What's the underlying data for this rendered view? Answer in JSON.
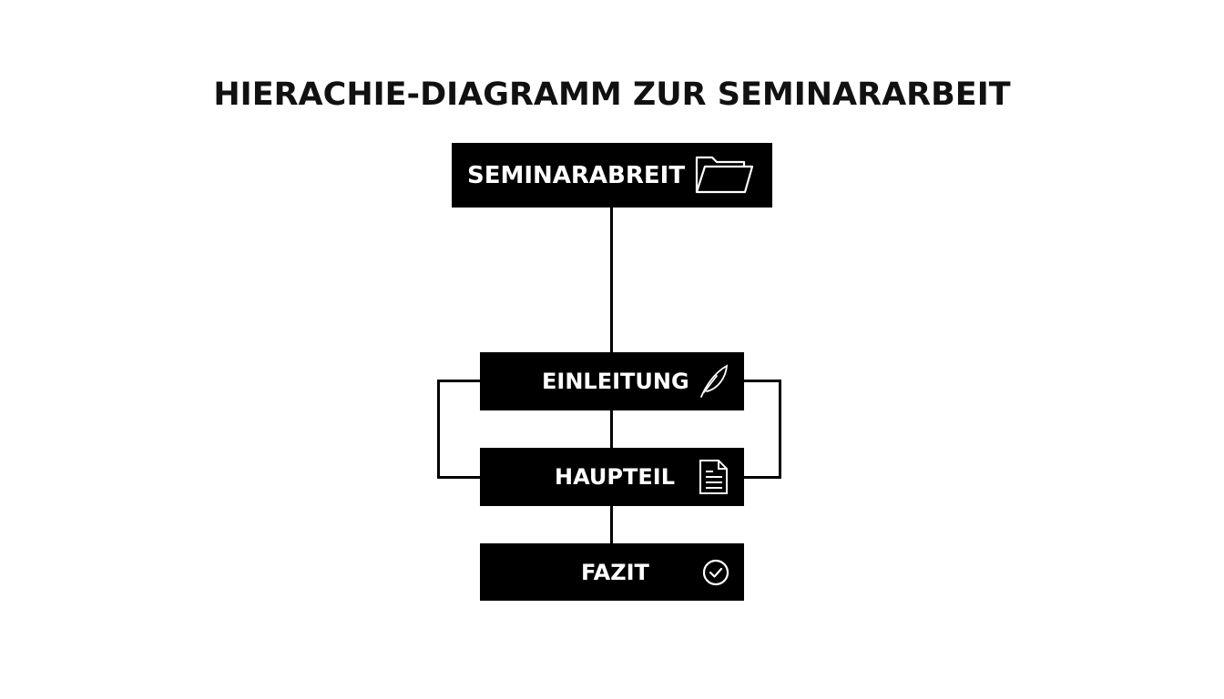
{
  "title": "HIERACHIE-DIAGRAMM ZUR SEMINARARBEIT",
  "root": {
    "label": "SEMINARABREIT",
    "icon": "folder-icon"
  },
  "children": [
    {
      "label": "EINLEITUNG",
      "icon": "feather-icon"
    },
    {
      "label": "HAUPTEIL",
      "icon": "document-icon"
    },
    {
      "label": "FAZIT",
      "icon": "check-circle-icon"
    }
  ],
  "colors": {
    "box": "#000000",
    "text": "#ffffff",
    "background": "#ffffff"
  }
}
